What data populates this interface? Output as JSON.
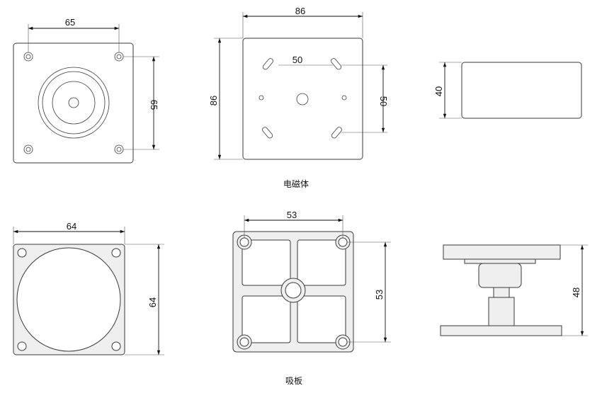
{
  "dimensions": {
    "magnet_front_top_width": "65",
    "magnet_front_side_height": "65",
    "magnet_plate_top_width": "86",
    "magnet_plate_left_height": "86",
    "magnet_plate_hole_spacing_h": "50",
    "magnet_plate_hole_spacing_v": "50",
    "magnet_side_height": "40",
    "plate_front_top_width": "64",
    "plate_front_side_height": "64",
    "plate_back_top_width": "53",
    "plate_back_side_height": "53",
    "plate_side_height": "48"
  },
  "captions": {
    "electromagnet": "电磁体",
    "armature_plate": "吸板"
  }
}
